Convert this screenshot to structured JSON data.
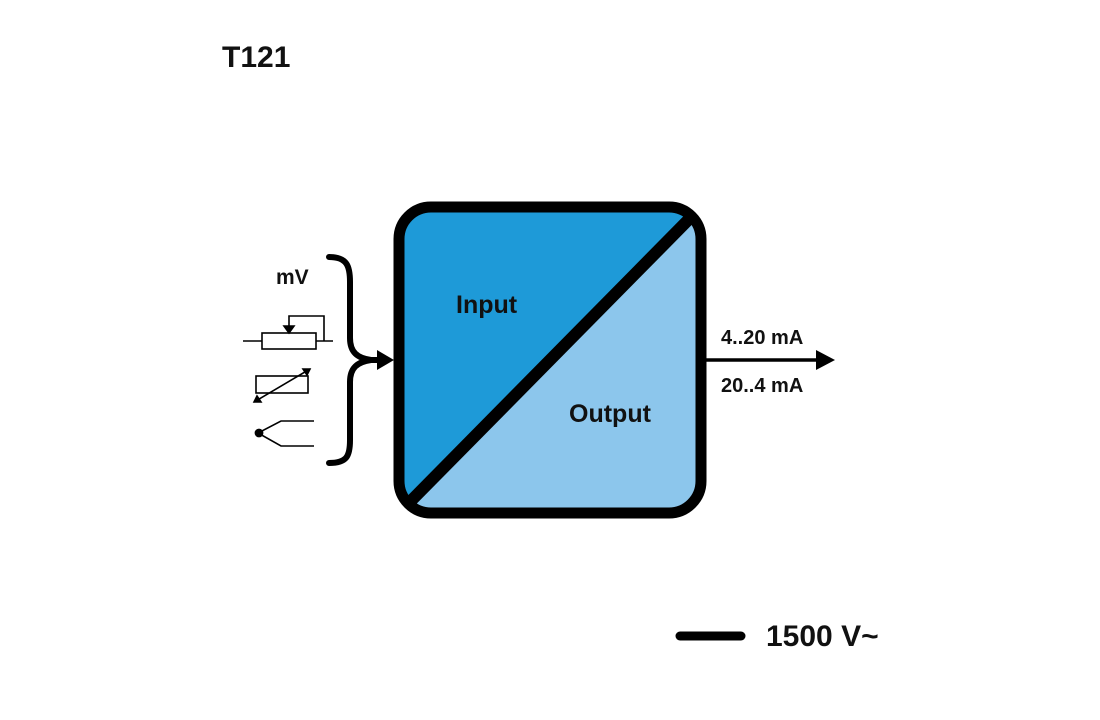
{
  "title": "T121",
  "block": {
    "input_label": "Input",
    "output_label": "Output",
    "input_color": "#1e9ad8",
    "output_color": "#8cc6ec",
    "border_color": "#000000"
  },
  "inputs": {
    "label": "mV",
    "icons": [
      "potentiometer-icon",
      "thermistor-icon",
      "thermocouple-icon"
    ]
  },
  "outputs": {
    "signal_1": "4..20 mA",
    "signal_2": "20..4 mA"
  },
  "isolation": {
    "label": "1500 V~"
  }
}
